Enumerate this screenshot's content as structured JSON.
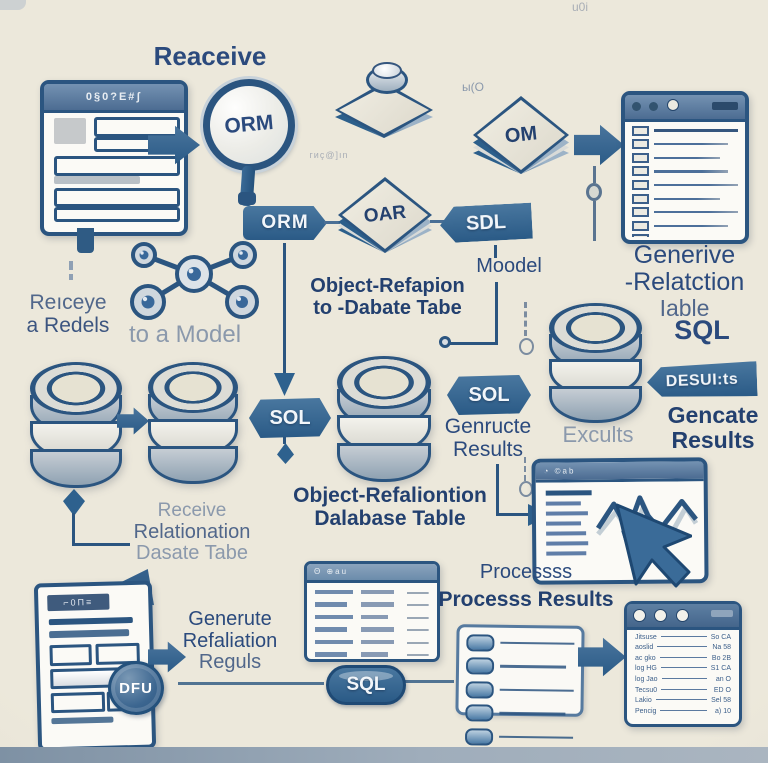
{
  "colors": {
    "background": "#e9e5d8",
    "navy_text": "#2b4a7d",
    "navy_dark": "#23406f",
    "gray_text": "#8b99ac",
    "outline_blue": "#2b5580",
    "badge_blue": "#2e618e",
    "arrow_blue": "#35689a"
  },
  "labels": {
    "receive_top": "Reaceive",
    "corner_top_right": "u0i",
    "glyph_o": "ы(O",
    "faint_glyphs": "гиç@]ın",
    "lens": "ORM",
    "banner": "ORM",
    "diamond_center": "OAR",
    "diamond_right": "OM",
    "badge_sdl": "SDL",
    "model": "Moodel",
    "receive_models_l1": "Reıceye",
    "receive_models_l2": "a Redels",
    "to_a_model": "to a Model",
    "obj_rel_l1": "Object-Refapion",
    "obj_rel_l2": "to -Dabate Tabe",
    "gen_rel_l1": "Generive",
    "gen_rel_l2": "-Relatction",
    "gen_rel_l3": "Iable",
    "sql_right": "SQL",
    "badge_results": "DESUI:ts",
    "gen_res_r1": "Gencate",
    "gen_res_r2": "Results",
    "excults": "Excults",
    "badge_sol_left": "SOL",
    "badge_sol_center": "SOL",
    "gen_res_c1": "Genructe",
    "gen_res_c2": "Results",
    "obj_db_l1": "Object-Refaliontion",
    "obj_db_l2": "Dalabase Table",
    "rcv_rel_l1": "Receive",
    "rcv_rel_l2": "Relationation",
    "rcv_rel_l3": "Dasate Tabe",
    "gen_rr_l1": "Generute",
    "gen_rr_l2": "Refaliation",
    "gen_rr_l3": "Reguls",
    "dfu": "DFU",
    "sql_pill": "SQL",
    "process_l1": "Processss",
    "process_l2": "Processs Results"
  },
  "windows": {
    "doc_top_left": {
      "header_glyphs": "0§0?E#ʃ"
    },
    "doc_bottom_left": {
      "header_glyphs": "⌐0Π≡"
    },
    "table_top_right": {
      "row_count": 10
    },
    "table_bottom_center": {
      "header_glyphs": "Θ ⊕au",
      "row_count": 7
    },
    "chart": {
      "header_glyphs": "◔ ©ab",
      "list_row_count": 7
    },
    "process_card": {
      "row_count": 5
    },
    "bottom_right": {
      "rows": [
        {
          "label": "Jitsuse",
          "value": "So CA"
        },
        {
          "label": "aoslid",
          "value": "Na 58"
        },
        {
          "label": "ac gko",
          "value": "Bo 2B"
        },
        {
          "label": "log HG",
          "value": "S1 CA"
        },
        {
          "label": "log Jao",
          "value": "an O"
        },
        {
          "label": "Tecsu0",
          "value": "ED O"
        },
        {
          "label": "Lakio",
          "value": "Sel 58"
        },
        {
          "label": "Pencig",
          "value": "a) 10"
        }
      ]
    }
  }
}
